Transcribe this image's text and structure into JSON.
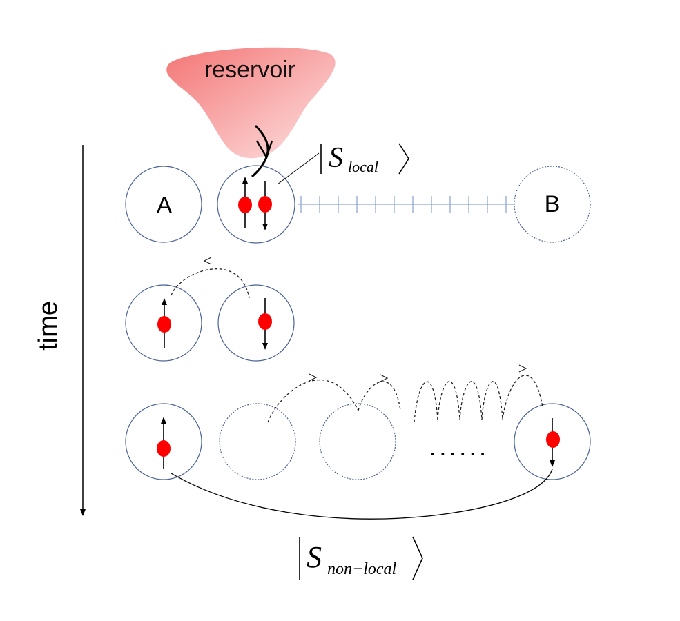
{
  "labels": {
    "reservoir": "reservoir",
    "time": "time",
    "site_a": "A",
    "site_b": "B",
    "s_local_main": "S",
    "s_local_sub": "local",
    "s_nonlocal_main": "S",
    "s_nonlocal_sub": "non−local",
    "ellipsis": ". . . . . ."
  },
  "colors": {
    "electron": "#ff0000",
    "site_stroke": "#4a6296",
    "chain": "#8fa8d6",
    "reservoir_top": "#f47c7c",
    "reservoir_bottom": "#fde0e0"
  }
}
